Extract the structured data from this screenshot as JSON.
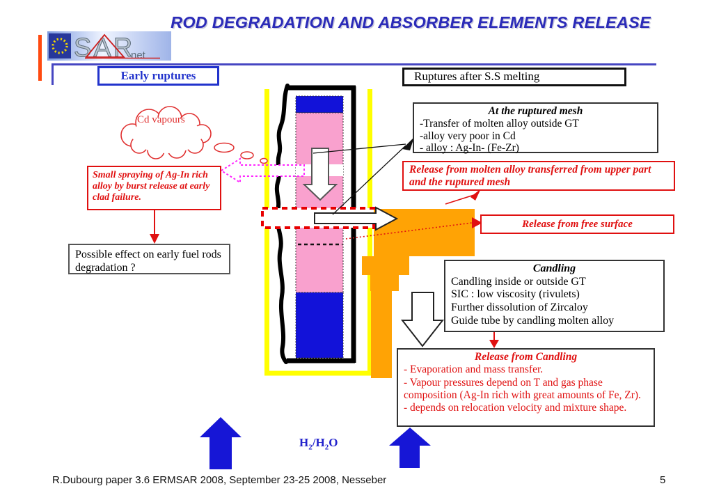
{
  "slide": {
    "title": "ROD DEGRADATION AND ABSORBER ELEMENTS RELEASE",
    "footer_text": "R.Dubourg paper 3.6 ERMSAR 2008, September 23-25 2008, Nesseber",
    "page_number": "5"
  },
  "logo": {
    "main": "SAR",
    "sub": "net"
  },
  "headers": {
    "early_ruptures": "Early ruptures",
    "ruptures_after_ss_melting": "Ruptures after S.S melting"
  },
  "cloud": {
    "text": "Cd vapours"
  },
  "boxes": {
    "small_spraying": "Small spraying of Ag-In rich alloy by burst release at early clad failure.",
    "possible_effect": "Possible effect on early fuel rods degradation ?",
    "ruptured_mesh": {
      "title": "At the ruptured mesh",
      "lines": [
        "-Transfer of molten alloy outside GT",
        "-alloy very poor in Cd",
        "- alloy : Ag-In- (Fe-Zr)"
      ]
    },
    "release_molten": "Release from molten alloy transferred from upper part and the ruptured mesh",
    "release_free_surface": "Release from free surface",
    "candling": {
      "title": "Candling",
      "lines": [
        "Candling inside or outside GT",
        "SIC : low viscosity (rivulets)",
        "Further dissolution of Zircaloy",
        "Guide tube by candling molten alloy"
      ]
    },
    "release_candling": {
      "title": "Release from Candling",
      "lines": [
        "- Evaporation and mass transfer.",
        "- Vapour pressures depend on T and gas phase composition (Ag-In rich with great amounts of Fe, Zr).",
        "- depends on relocation velocity and mixture shape."
      ]
    }
  },
  "labels": {
    "h2_h2o": {
      "p1": "H",
      "s1": "2",
      "p2": "/H",
      "s2": "2",
      "p3": "O"
    }
  },
  "colors": {
    "title_blue": "#2b2bb8",
    "accent_red": "#e01010",
    "magenta": "#ff22ff",
    "yellow": "#ffff00",
    "orange": "#ffa305",
    "rod_pink": "#f9a1ce",
    "rod_blue": "#1212d9"
  }
}
